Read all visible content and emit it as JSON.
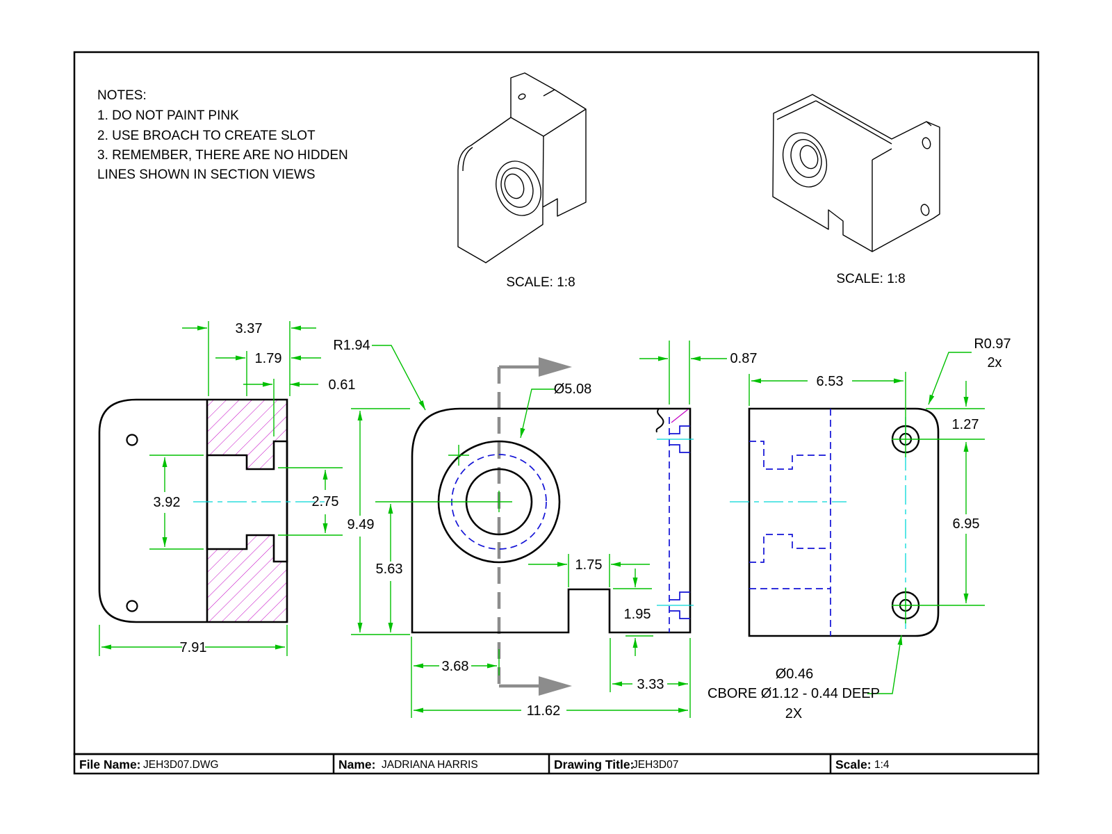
{
  "notes": {
    "heading": "NOTES:",
    "lines": [
      "1. DO NOT PAINT PINK",
      "2. USE BROACH TO CREATE SLOT",
      "3. REMEMBER, THERE ARE NO HIDDEN",
      "LINES SHOWN IN SECTION VIEWS"
    ]
  },
  "iso_views": {
    "left_scale_label": "SCALE: 1:8",
    "right_scale_label": "SCALE: 1:8"
  },
  "dims": {
    "d337": "3.37",
    "d179": "1.79",
    "d061": "0.61",
    "d392": "3.92",
    "d275": "2.75",
    "d791": "7.91",
    "d949": "9.49",
    "d563": "5.63",
    "d175": "1.75",
    "d195": "1.95",
    "d368": "3.68",
    "d333": "3.33",
    "d1162": "11.62",
    "d087": "0.87",
    "d653": "6.53",
    "d127": "1.27",
    "d695": "6.95"
  },
  "callouts": {
    "corner_radius_front": "R1.94",
    "bore_diameter": "Ø5.08",
    "corner_radius_side": "R0.97",
    "corner_radius_side_qty": "2x",
    "cbore_hole_diameter": "Ø0.46",
    "cbore_spec": "CBORE Ø1.12 - 0.44 DEEP",
    "cbore_qty": "2X"
  },
  "title_block": {
    "file_name_label": "File Name:",
    "file_name_value": "JEH3D07.DWG",
    "name_label": "Name:",
    "name_value": "JADRIANA HARRIS",
    "drawing_title_label": "Drawing Title:",
    "drawing_title_value": "JEH3D07",
    "scale_label": "Scale:",
    "scale_value": "1:4"
  },
  "colors": {
    "dimension_green": "#00C000",
    "hidden_blue": "#1212D6",
    "centerline_cyan": "#00D8D8",
    "hatch_magenta": "#C400C4",
    "section_plane_gray": "#8C8C8C"
  }
}
